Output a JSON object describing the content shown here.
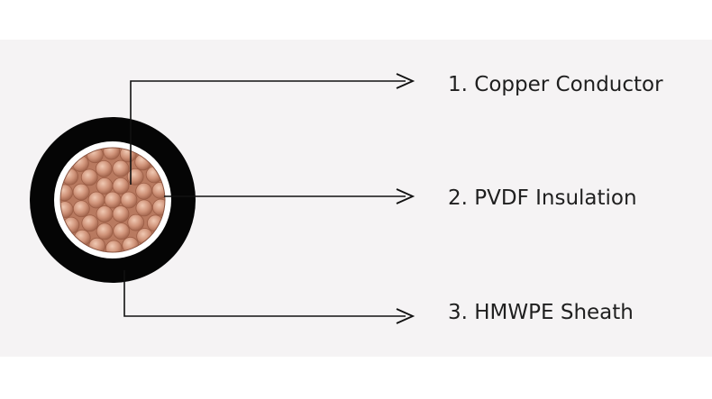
{
  "colors": {
    "background": "#ffffff",
    "panel": "#f5f3f4",
    "sheath": "#050505",
    "insulation": "#ffffff",
    "copper": "#c98a6e",
    "copper_dark": "#9c5e46",
    "copper_light": "#e8bba4",
    "line": "#111111",
    "text": "#1f1f1f"
  },
  "callouts": [
    {
      "label": "1. Copper Conductor"
    },
    {
      "label": "2. PVDF Insulation"
    },
    {
      "label": "3. HMWPE Sheath"
    }
  ]
}
